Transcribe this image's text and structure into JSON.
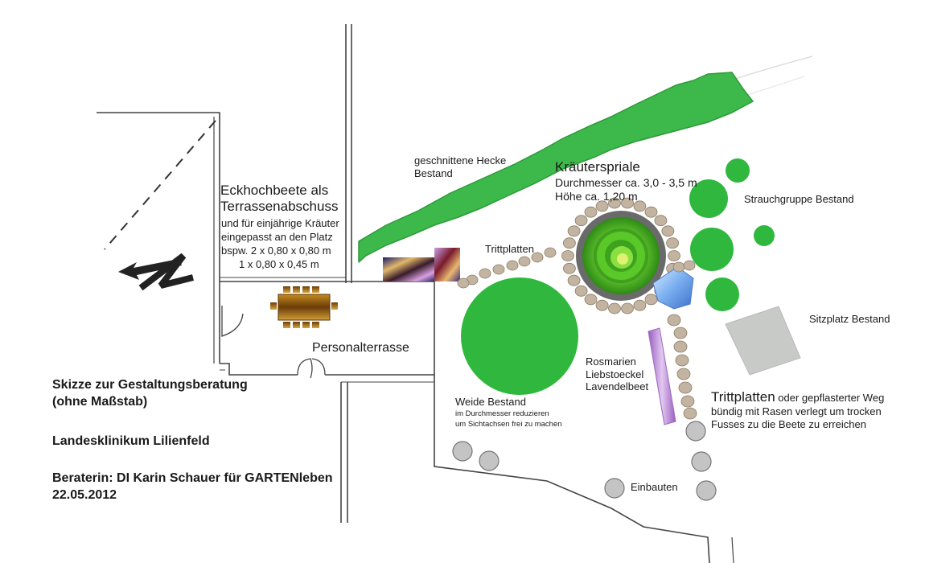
{
  "labels": {
    "hedge": [
      "geschnittene Hecke",
      "Bestand"
    ],
    "eckhochbeete_title": [
      "Eckhochbeete als",
      "Terrassenabschuss"
    ],
    "eckhochbeete_desc": [
      "und für einjährige Kräuter",
      "eingepasst an den Platz",
      "bspw. 2 x 0,80 x 0,80 m",
      "1 x 0,80 x 0,45 m"
    ],
    "kraeuterspirale_title": "Kräuterspriale",
    "kraeuterspirale_dims": [
      "Durchmesser ca. 3,0 - 3,5 m",
      "Höhe ca. 1,20 m"
    ],
    "strauchgruppe": "Strauchgruppe Bestand",
    "trittplatten": "Trittplatten",
    "sitzplatz": "Sitzplatz Bestand",
    "personalterrasse": "Personalterrasse",
    "beet": [
      "Rosmarien",
      "Liebstoeckel",
      "Lavendelbeet"
    ],
    "weide_title": "Weide Bestand",
    "weide_note": [
      "im Durchmesser reduzieren",
      "um Sichtachsen frei zu machen"
    ],
    "trittplatten_weg_big": "Trittplatten",
    "trittplatten_weg_rest": " oder gepflasterter Weg",
    "trittplatten_weg_lines": [
      "bündig mit Rasen verlegt um trocken",
      "Fusses zu die Beete zu erreichen"
    ],
    "einbauten": "Einbauten",
    "north": "N"
  },
  "title_block": {
    "title": [
      "Skizze zur Gestaltungsberatung",
      "(ohne Maßstab)"
    ],
    "client": "Landesklinikum Lilienfeld",
    "advisor": [
      "Beraterin: DI Karin Schauer für GARTENleben",
      "22.05.2012"
    ]
  },
  "colors": {
    "hedge": "#3db84a",
    "tree": "#2fb83d",
    "stone": "#c2b4a0",
    "paver": "#c4c4c4",
    "seat": "#c8cac8",
    "table": "#8a5a12",
    "lavender": "#c49ad8",
    "water": "#7fb6ee"
  }
}
